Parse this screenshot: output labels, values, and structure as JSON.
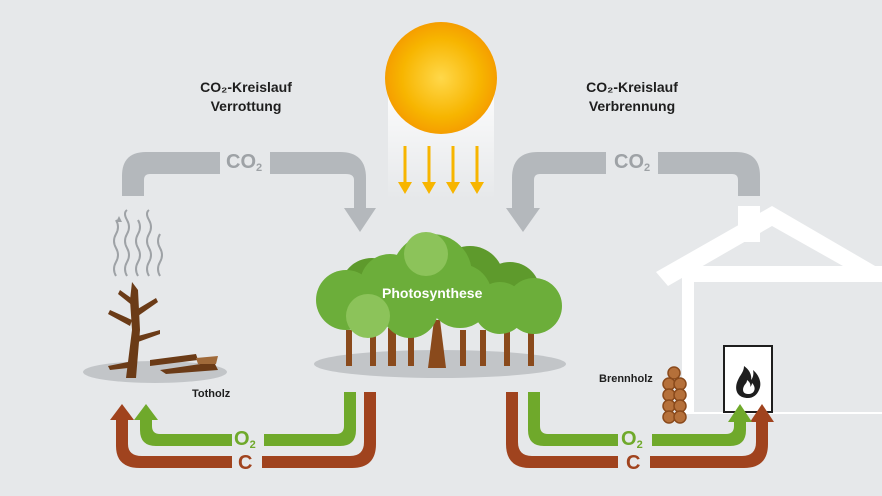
{
  "left_cycle": {
    "title_line1": "CO₂-Kreislauf",
    "title_line2": "Verrottung",
    "co2_main": "CO",
    "co2_sub": "2",
    "deadwood_label": "Totholz",
    "o2_main": "O",
    "o2_sub": "2",
    "carbon_label": "C"
  },
  "right_cycle": {
    "title_line1": "CO₂-Kreislauf",
    "title_line2": "Verbrennung",
    "co2_main": "CO",
    "co2_sub": "2",
    "firewood_label": "Brennholz",
    "o2_main": "O",
    "o2_sub": "2",
    "carbon_label": "C"
  },
  "center": {
    "photosynthesis_label": "Photosynthese"
  },
  "colors": {
    "background": "#e6e8ea",
    "co2_arrow": "#b4b8bc",
    "oxygen": "#6fa92b",
    "carbon": "#a0431e",
    "sun": "#f7b500",
    "tree_green": "#6cae3a",
    "trunk": "#8a4a1c"
  },
  "icons": [
    "sun-icon",
    "sunray-arrow-icon",
    "steam-icon",
    "dead-tree-icon",
    "forest-icon",
    "house-icon",
    "fire-icon",
    "firewood-stack-icon"
  ]
}
